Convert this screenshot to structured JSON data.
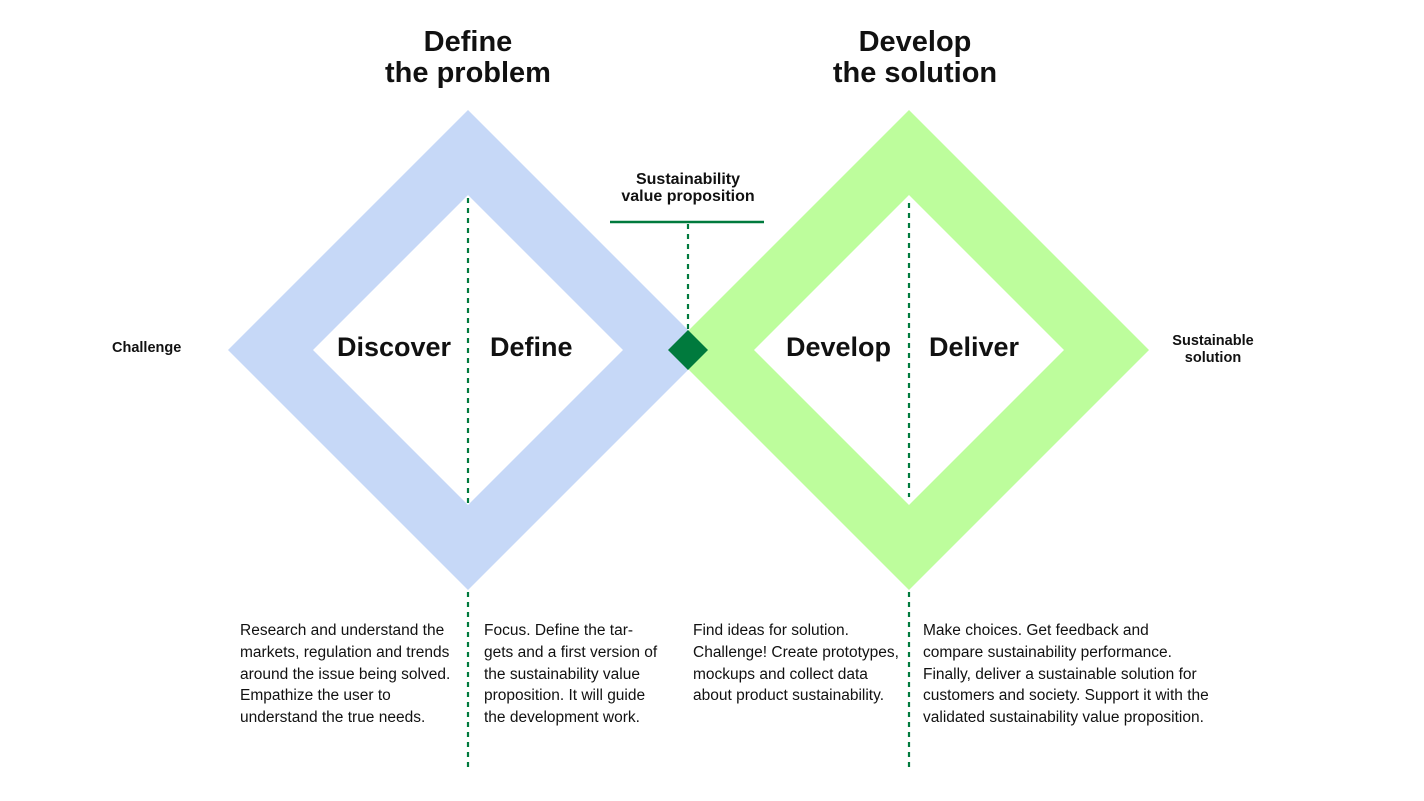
{
  "headings": {
    "define_problem": {
      "line1": "Define",
      "line2": "the problem"
    },
    "develop_solution": {
      "line1": "Develop",
      "line2": "the solution"
    }
  },
  "phases": {
    "discover": "Discover",
    "define": "Define",
    "develop": "Develop",
    "deliver": "Deliver"
  },
  "start_label": "Challenge",
  "end_label": {
    "line1": "Sustainable",
    "line2": "solution"
  },
  "value_proposition": {
    "line1": "Sustainability",
    "line2": "value proposition"
  },
  "descriptions": {
    "discover": "Research and understand the markets, regulation and trends around the issue being solved. Empathize the user to understand the true needs.",
    "define": "Focus. Define the tar-gets and a first version of the sustainability value proposition. It will guide the development work.",
    "develop": "Find ideas for solution. Challenge! Create prototypes, mockups and collect data about product sustainability.",
    "deliver": "Make choices. Get feedback and compare sustainability performance. Finally, deliver a sustainable solution for customers and society. Support it with the validated sustainability value proposition."
  },
  "colors": {
    "problem_diamond": "#c6d8f7",
    "solution_diamond": "#bdfd9c",
    "accent_green": "#007a3d",
    "text": "#111111"
  }
}
